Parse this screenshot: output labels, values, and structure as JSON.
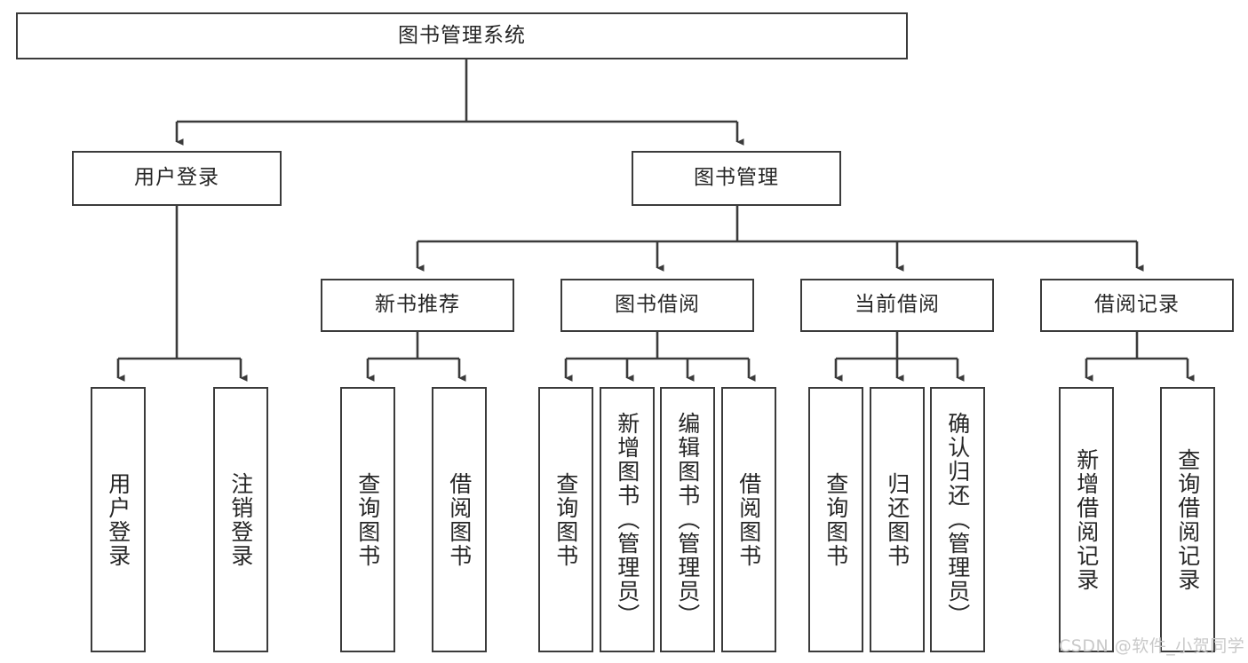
{
  "diagram": {
    "title": "图书管理系统",
    "watermark": "CSDN @软件_小贺同学",
    "style": {
      "border_color": "#3b3b3b",
      "text_color": "#262626",
      "background": "#ffffff",
      "watermark_color": "#c9c9c9"
    },
    "levels": {
      "root": {
        "label": "图书管理系统"
      },
      "level2": [
        {
          "label": "用户登录"
        },
        {
          "label": "图书管理"
        }
      ],
      "level3": [
        {
          "label": "新书推荐"
        },
        {
          "label": "图书借阅"
        },
        {
          "label": "当前借阅"
        },
        {
          "label": "借阅记录"
        }
      ],
      "leaves": {
        "user_login": [
          {
            "label": "用户登录"
          },
          {
            "label": "注销登录"
          }
        ],
        "new_book_recommend": [
          {
            "label": "查询图书"
          },
          {
            "label": "借阅图书"
          }
        ],
        "book_borrow": [
          {
            "label": "查询图书"
          },
          {
            "label": "新增图书（管理员）"
          },
          {
            "label": "编辑图书（管理员）"
          },
          {
            "label": "借阅图书"
          }
        ],
        "current_borrow": [
          {
            "label": "查询图书"
          },
          {
            "label": "归还图书"
          },
          {
            "label": "确认归还（管理员）"
          }
        ],
        "borrow_record": [
          {
            "label": "新增借阅记录"
          },
          {
            "label": "查询借阅记录"
          }
        ]
      }
    }
  },
  "chart_data": {
    "type": "diagram",
    "subtype": "tree-hierarchy",
    "title": "图书管理系统",
    "orientation": "top-down",
    "nodes": [
      {
        "id": "root",
        "label": "图书管理系统",
        "level": 0
      },
      {
        "id": "n1",
        "label": "用户登录",
        "level": 1
      },
      {
        "id": "n2",
        "label": "图书管理",
        "level": 1
      },
      {
        "id": "n1a",
        "label": "用户登录",
        "level": 2
      },
      {
        "id": "n1b",
        "label": "注销登录",
        "level": 2
      },
      {
        "id": "n2a",
        "label": "新书推荐",
        "level": 2
      },
      {
        "id": "n2b",
        "label": "图书借阅",
        "level": 2
      },
      {
        "id": "n2c",
        "label": "当前借阅",
        "level": 2
      },
      {
        "id": "n2d",
        "label": "借阅记录",
        "level": 2
      },
      {
        "id": "n2a1",
        "label": "查询图书",
        "level": 3
      },
      {
        "id": "n2a2",
        "label": "借阅图书",
        "level": 3
      },
      {
        "id": "n2b1",
        "label": "查询图书",
        "level": 3
      },
      {
        "id": "n2b2",
        "label": "新增图书（管理员）",
        "level": 3
      },
      {
        "id": "n2b3",
        "label": "编辑图书（管理员）",
        "level": 3
      },
      {
        "id": "n2b4",
        "label": "借阅图书",
        "level": 3
      },
      {
        "id": "n2c1",
        "label": "查询图书",
        "level": 3
      },
      {
        "id": "n2c2",
        "label": "归还图书",
        "level": 3
      },
      {
        "id": "n2c3",
        "label": "确认归还（管理员）",
        "level": 3
      },
      {
        "id": "n2d1",
        "label": "新增借阅记录",
        "level": 3
      },
      {
        "id": "n2d2",
        "label": "查询借阅记录",
        "level": 3
      }
    ],
    "edges": [
      {
        "from": "root",
        "to": "n1"
      },
      {
        "from": "root",
        "to": "n2"
      },
      {
        "from": "n1",
        "to": "n1a"
      },
      {
        "from": "n1",
        "to": "n1b"
      },
      {
        "from": "n2",
        "to": "n2a"
      },
      {
        "from": "n2",
        "to": "n2b"
      },
      {
        "from": "n2",
        "to": "n2c"
      },
      {
        "from": "n2",
        "to": "n2d"
      },
      {
        "from": "n2a",
        "to": "n2a1"
      },
      {
        "from": "n2a",
        "to": "n2a2"
      },
      {
        "from": "n2b",
        "to": "n2b1"
      },
      {
        "from": "n2b",
        "to": "n2b2"
      },
      {
        "from": "n2b",
        "to": "n2b3"
      },
      {
        "from": "n2b",
        "to": "n2b4"
      },
      {
        "from": "n2c",
        "to": "n2c1"
      },
      {
        "from": "n2c",
        "to": "n2c2"
      },
      {
        "from": "n2c",
        "to": "n2c3"
      },
      {
        "from": "n2d",
        "to": "n2d1"
      },
      {
        "from": "n2d",
        "to": "n2d2"
      }
    ]
  }
}
